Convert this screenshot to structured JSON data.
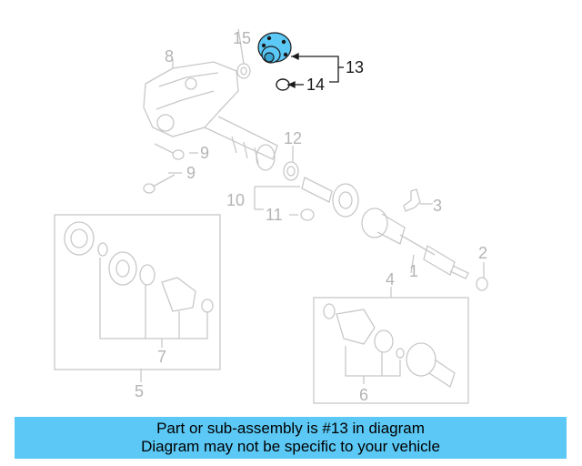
{
  "diagram": {
    "callouts": {
      "c1": "1",
      "c2": "2",
      "c3": "3",
      "c4": "4",
      "c5": "5",
      "c6": "6",
      "c7": "7",
      "c8": "8",
      "c9a": "9",
      "c9b": "9",
      "c10": "10",
      "c11": "11",
      "c12": "12",
      "c13": "13",
      "c14": "14",
      "c15": "15"
    },
    "highlight_color": "#5bc8f5",
    "line_color": "#c8c8c8",
    "text_color": "#b4b4b4"
  },
  "banner": {
    "line1": "Part or sub-assembly is #13 in diagram",
    "line2": "Diagram may not be specific to your vehicle"
  }
}
